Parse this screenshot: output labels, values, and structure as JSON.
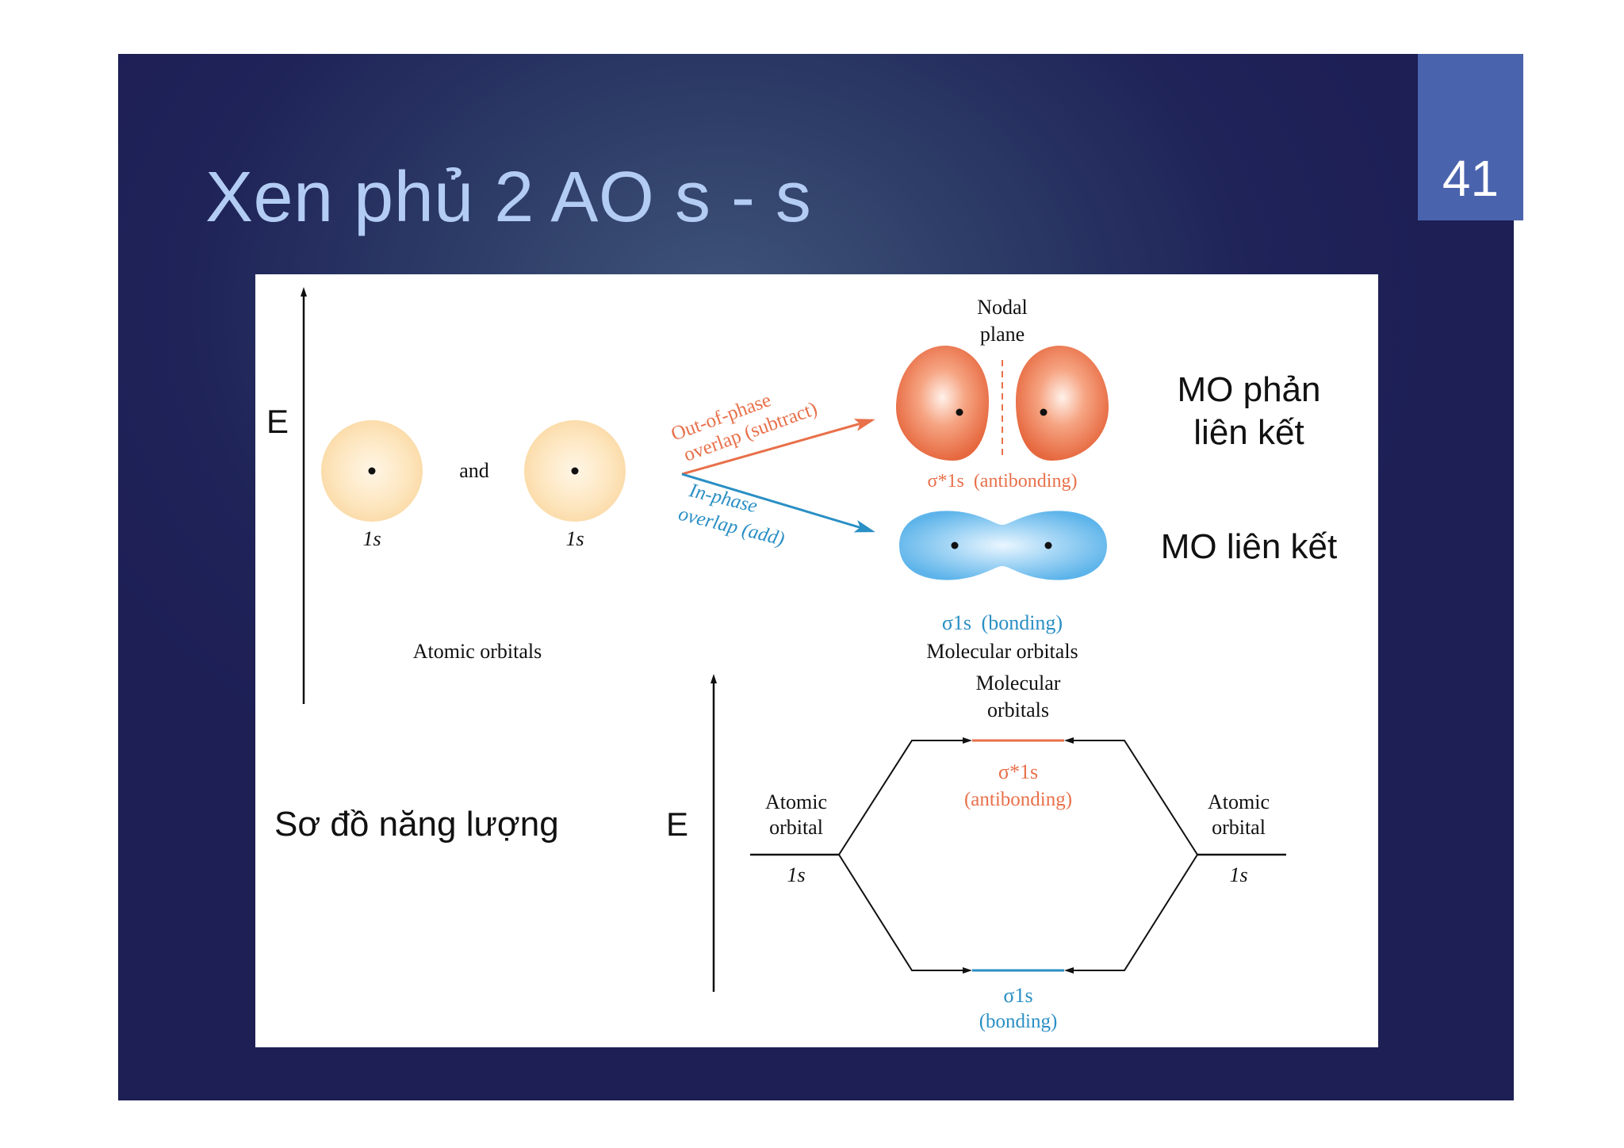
{
  "slide": {
    "title": "Xen phủ 2 AO s - s",
    "page_number": "41"
  },
  "figure": {
    "axis_e_top": "E",
    "axis_e_bottom": "E",
    "ao_left_label": "1s",
    "ao_right_label": "1s",
    "and_text": "and",
    "atomic_orbitals_caption": "Atomic orbitals",
    "nodal_plane_line1": "Nodal",
    "nodal_plane_line2": "plane",
    "out_of_phase_line1": "Out-of-phase",
    "out_of_phase_line2": "overlap (subtract)",
    "in_phase_line1": "In-phase",
    "in_phase_line2": "overlap (add)",
    "antibonding_symbol": "σ*1s",
    "antibonding_text": "(antibonding)",
    "bonding_symbol": "σ1s",
    "bonding_text": "(bonding)",
    "molecular_orbitals_caption": "Molecular orbitals",
    "mo_antibonding_vi_line1": "MO phản",
    "mo_antibonding_vi_line2": "liên kết",
    "mo_bonding_vi": "MO liên kết",
    "energy_diagram_vi": "Sơ đồ năng lượng",
    "diagram_mo_header_line1": "Molecular",
    "diagram_mo_header_line2": "orbitals",
    "diagram_left_ao_line1": "Atomic",
    "diagram_left_ao_line2": "orbital",
    "diagram_left_ao_level": "1s",
    "diagram_right_ao_line1": "Atomic",
    "diagram_right_ao_line2": "orbital",
    "diagram_right_ao_level": "1s",
    "diagram_antibonding_symbol": "σ*1s",
    "diagram_antibonding_text": "(antibonding)",
    "diagram_bonding_symbol": "σ1s",
    "diagram_bonding_text": "(bonding)"
  },
  "colors": {
    "slide_bg": "#1f2358",
    "title_text": "#b3ccf4",
    "page_badge": "#4a63ad",
    "antibonding": "#e8704a",
    "bonding": "#2a8fc4",
    "ao_fill": "#fde3b8"
  }
}
